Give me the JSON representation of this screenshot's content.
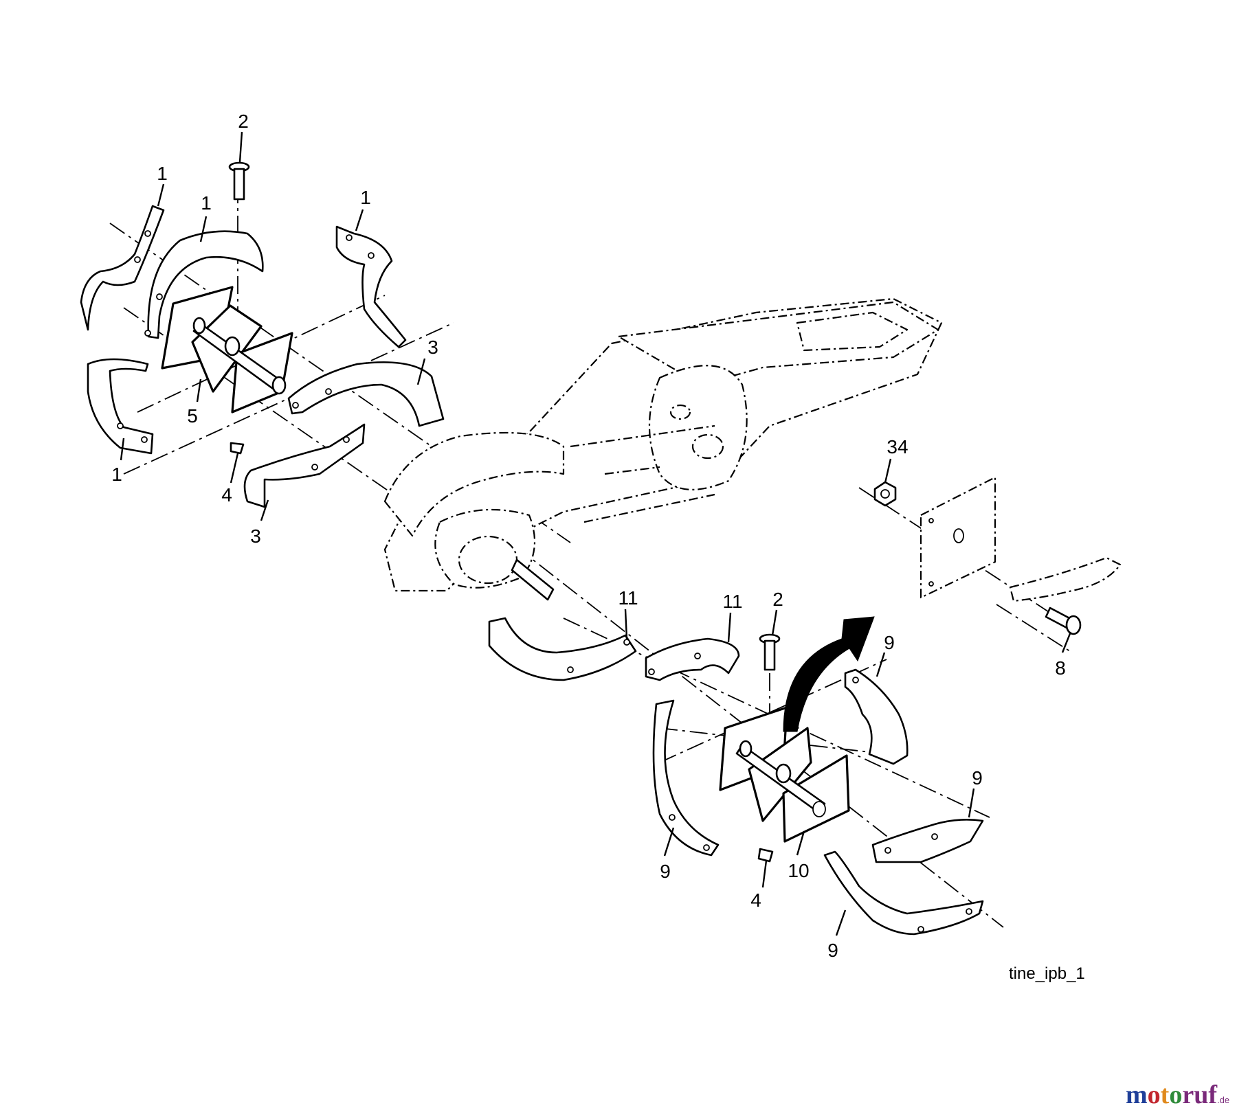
{
  "diagram": {
    "callouts": {
      "top_left_1a": "1",
      "top_left_1b": "1",
      "top_left_1c": "1",
      "top_left_1d": "1",
      "top_left_2": "2",
      "top_left_3a": "3",
      "top_left_3b": "3",
      "top_left_4": "4",
      "top_left_5": "5",
      "right_34": "34",
      "right_8": "8",
      "bottom_11a": "11",
      "bottom_11b": "11",
      "bottom_2": "2",
      "bottom_9a": "9",
      "bottom_9b": "9",
      "bottom_9c": "9",
      "bottom_9d": "9",
      "bottom_4": "4",
      "bottom_10": "10"
    },
    "reference_code": "tine_ipb_1"
  },
  "watermark": {
    "brand": "motoruf",
    "suffix": ".de",
    "colors": [
      "#1f3f99",
      "#c2262e",
      "#e08a1e",
      "#2e8b3a",
      "#7a2a7a"
    ]
  }
}
